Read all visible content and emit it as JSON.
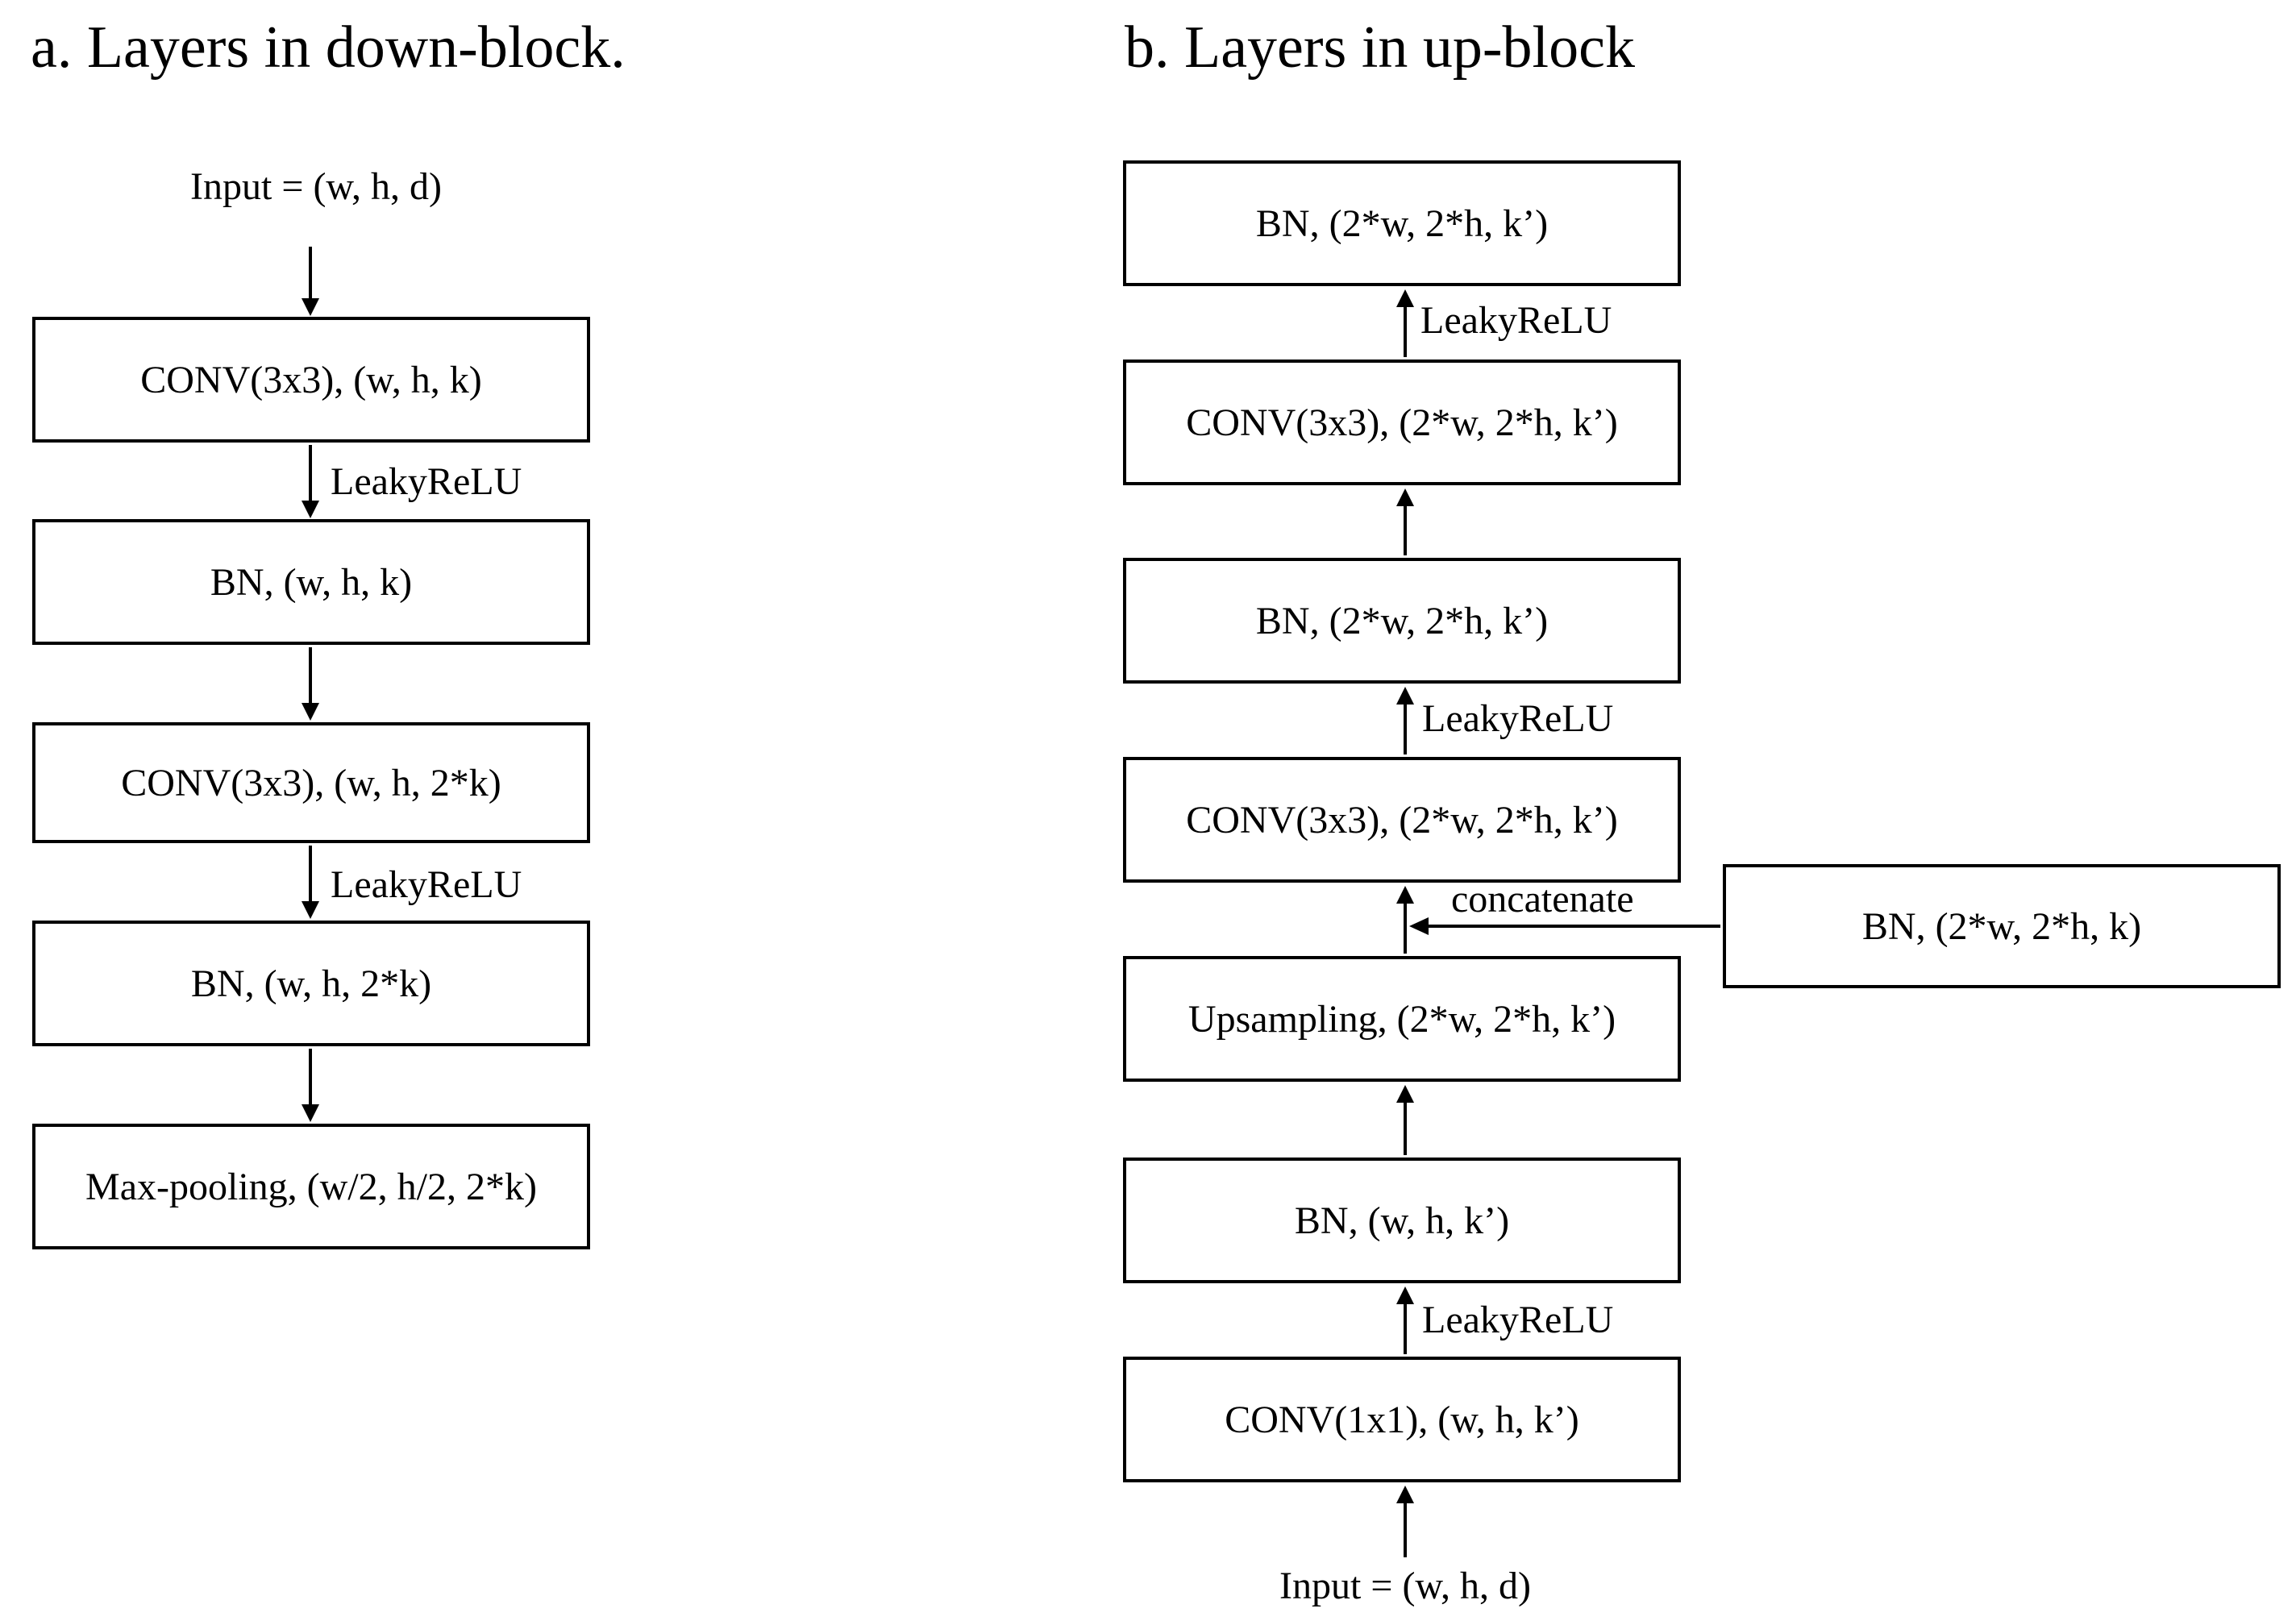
{
  "panel_a": {
    "title": "a. Layers in down-block.",
    "input": "Input = (w,  h, d)",
    "boxes": [
      "CONV(3x3), (w, h, k)",
      "BN,  (w, h, k)",
      "CONV(3x3), (w, h, 2*k)",
      "BN,  (w, h, 2*k)",
      "Max-pooling, (w/2, h/2, 2*k)"
    ],
    "edge_labels": [
      "LeakyReLU",
      "LeakyReLU"
    ]
  },
  "panel_b": {
    "title": "b. Layers in up-block",
    "input": "Input = (w,  h, d)",
    "boxes": [
      "BN,  (2*w, 2*h, k’)",
      "CONV(3x3), (2*w, 2*h, k’)",
      "BN,  (2*w, 2*h, k’)",
      "CONV(3x3), (2*w, 2*h, k’)",
      "Upsampling, (2*w, 2*h, k’)",
      "BN,  (w, h, k’)",
      "CONV(1x1), (w, h, k’)"
    ],
    "side_box": "BN,  (2*w, 2*h, k)",
    "edge_labels": [
      "LeakyReLU",
      "LeakyReLU",
      "concatenate",
      "LeakyReLU"
    ]
  }
}
